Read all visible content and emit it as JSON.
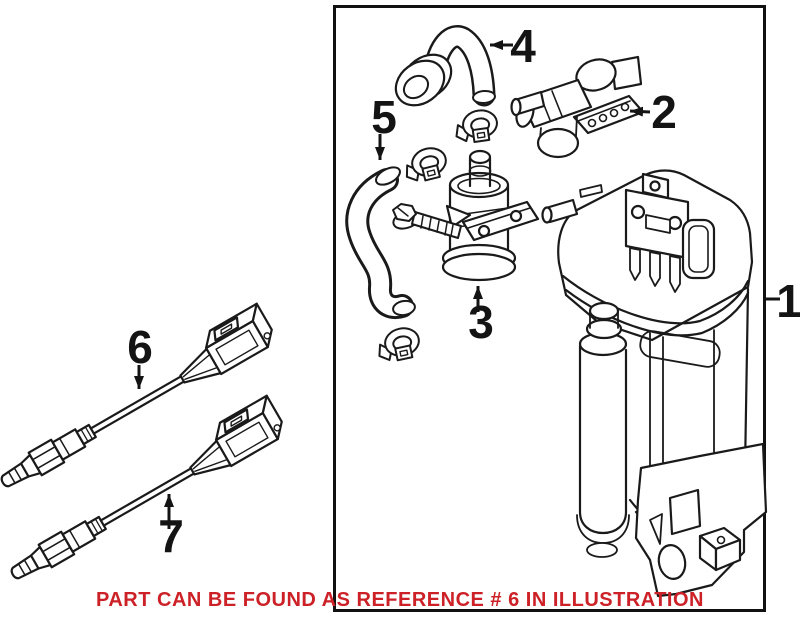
{
  "figure": {
    "background_color": "#ffffff",
    "line_color": "#1a1a1a",
    "frame_color": "#111111",
    "callouts": [
      {
        "label": "1"
      },
      {
        "label": "2"
      },
      {
        "label": "3"
      },
      {
        "label": "4"
      },
      {
        "label": "5"
      },
      {
        "label": "6"
      },
      {
        "label": "7"
      }
    ],
    "note": {
      "text": "PART CAN BE FOUND AS REFERENCE # 6 IN ILLUSTRATION",
      "color": "#cc2127",
      "referenced_label": "6"
    }
  }
}
